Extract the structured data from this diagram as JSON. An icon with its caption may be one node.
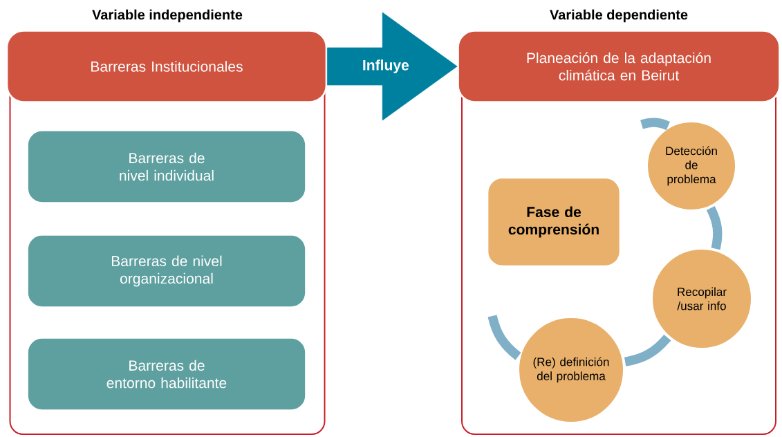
{
  "diagram": {
    "nodes": [
      {
        "text": [
          "Variable independiente"
        ]
      },
      {
        "text": [
          "Barreras Institucionales"
        ],
        "in": 0
      },
      {
        "text": [
          "Barreras de nivel individual"
        ],
        "in": 0
      },
      {
        "text": [
          "Barreras de nivel organizacional"
        ],
        "in": 0
      },
      {
        "text": [
          "Barreras de entorno habilitante"
        ],
        "in": 0
      },
      {
        "text": [
          "Variable dependiente"
        ]
      },
      {
        "text": [
          "Planeación de la adaptación climática en Beirut"
        ],
        "in": 5
      },
      {
        "text": [
          "Fase de comprensión"
        ],
        "in": 5
      },
      {
        "text": [
          "Detección de problema"
        ],
        "in": 5
      },
      {
        "text": [
          "Recopilar /usar info"
        ],
        "in": 5
      },
      {
        "text": [
          "(Re) definición del problema"
        ],
        "in": 5
      }
    ],
    "edges": [
      {
        "from": 1,
        "to": 6,
        "arrow": "to",
        "label": "Influye",
        "style": "thick",
        "color": "#00809f"
      },
      {
        "from": null,
        "to": 8,
        "arrow": "none"
      },
      {
        "from": 8,
        "to": 9,
        "arrow": "none"
      },
      {
        "from": 9,
        "to": 10,
        "arrow": "none"
      },
      {
        "from": 10,
        "to": null,
        "arrow": "none"
      }
    ]
  }
}
